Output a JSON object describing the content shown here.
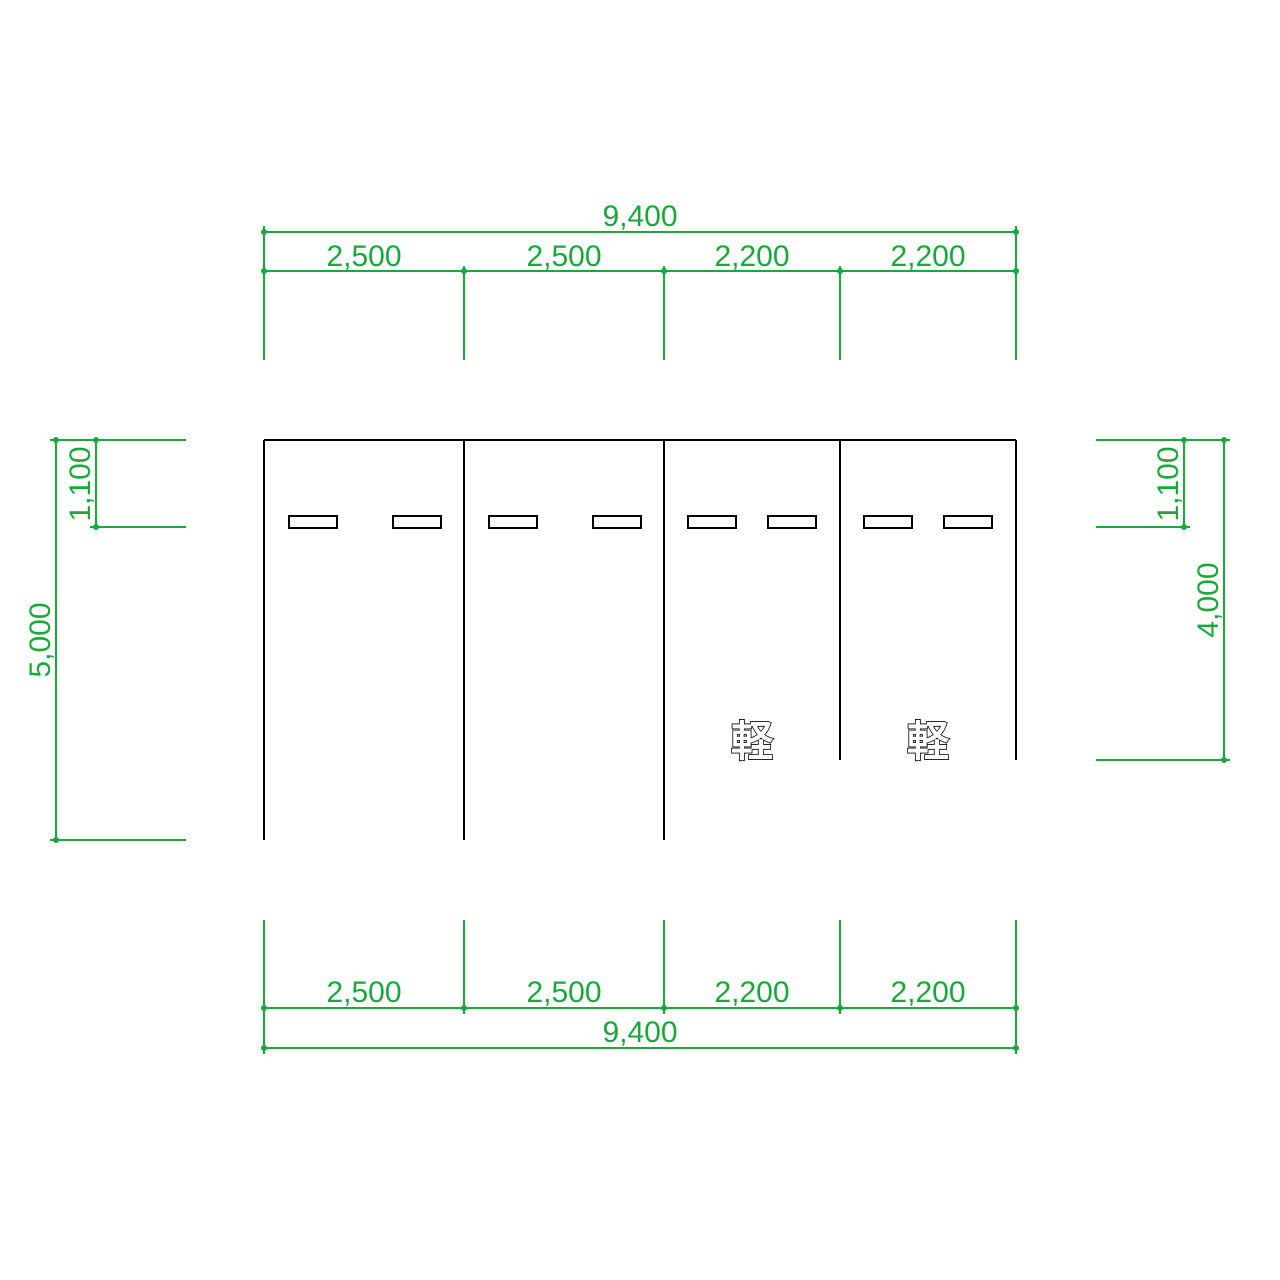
{
  "colors": {
    "dimension": "#1aa83a",
    "lines": "#000000",
    "background": "#ffffff"
  },
  "top_dimensions": {
    "overall": "9,400",
    "segments": [
      "2,500",
      "2,500",
      "2,200",
      "2,200"
    ]
  },
  "bottom_dimensions": {
    "overall": "9,400",
    "segments": [
      "2,500",
      "2,500",
      "2,200",
      "2,200"
    ]
  },
  "left_dimensions": {
    "overall": "5,000",
    "stop_offset": "1,100"
  },
  "right_dimensions": {
    "overall": "4,000",
    "stop_offset": "1,100"
  },
  "stalls": [
    {
      "width_mm": 2500,
      "length_mm": 5000,
      "label": ""
    },
    {
      "width_mm": 2500,
      "length_mm": 5000,
      "label": ""
    },
    {
      "width_mm": 2200,
      "length_mm": 4000,
      "label": "軽"
    },
    {
      "width_mm": 2200,
      "length_mm": 4000,
      "label": "軽"
    }
  ]
}
